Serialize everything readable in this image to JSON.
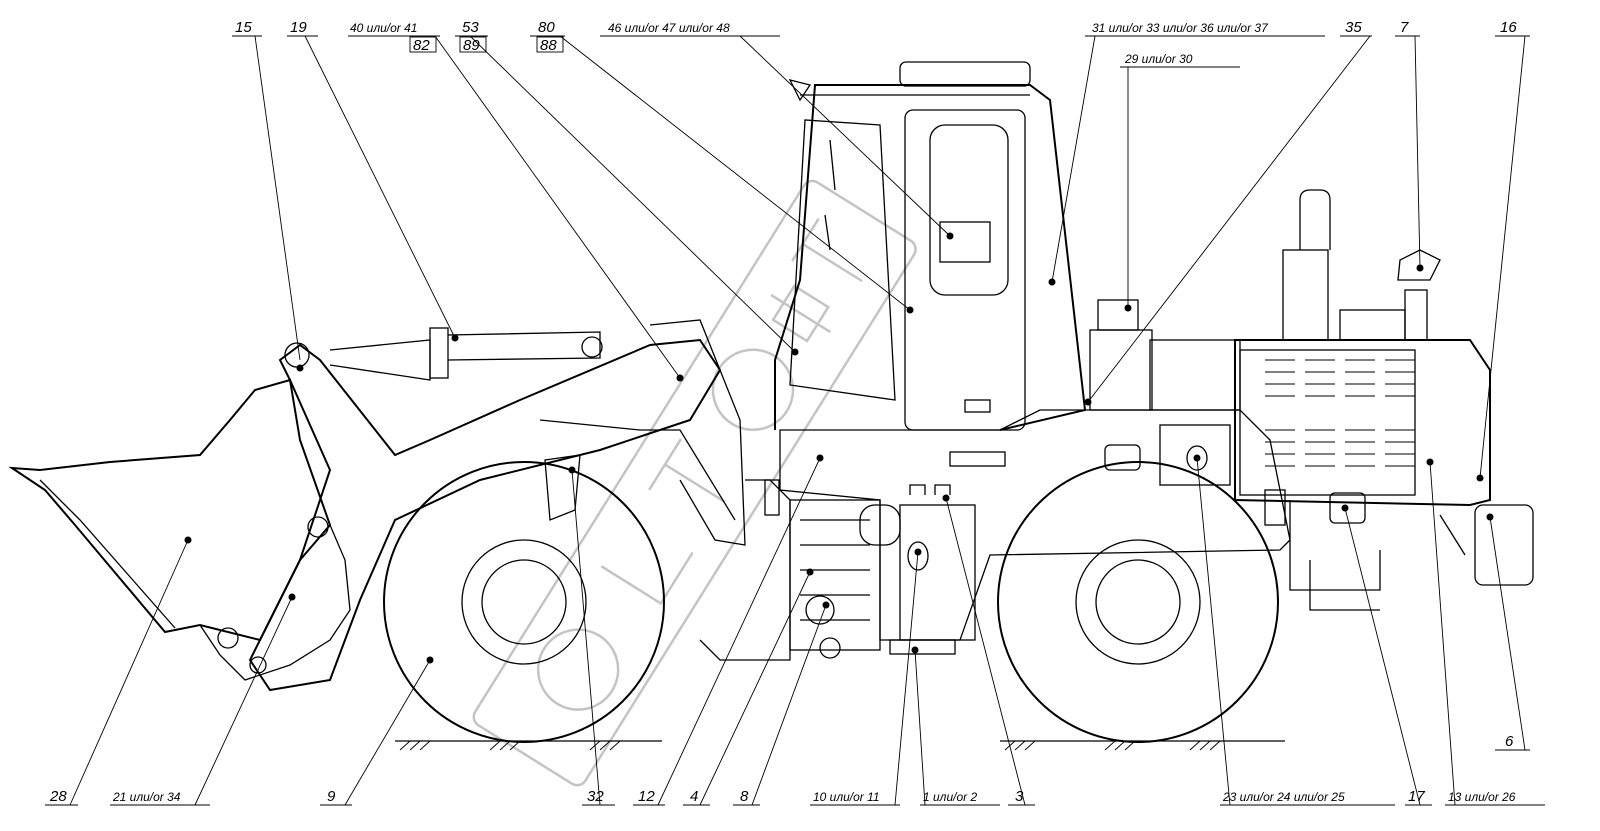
{
  "callouts": {
    "c15": "15",
    "c19": "19",
    "c40": "40 или/or 41",
    "c82": "82",
    "c53": "53",
    "c89": "89",
    "c80": "80",
    "c88": "88",
    "c46": "46 или/or 47 или/or 48",
    "c31": "31 или/or 33 или/or 36 или/or 37",
    "c35": "35",
    "c29": "29 или/or 30",
    "c7": "7",
    "c16": "16",
    "c6": "6",
    "c28": "28",
    "c21": "21 или/or 34",
    "c9": "9",
    "c32": "32",
    "c12": "12",
    "c4": "4",
    "c8": "8",
    "c10": "10 или/or 11",
    "c1": "1 или/or 2",
    "c3": "3",
    "c23": "23 или/or 24 или/or 25",
    "c17": "17",
    "c13": "13 или/or 26"
  },
  "watermark": "ЕлтСОФТ",
  "colors": {
    "line": "#000000",
    "watermark": "#c4c4c4",
    "background": "#ffffff"
  }
}
